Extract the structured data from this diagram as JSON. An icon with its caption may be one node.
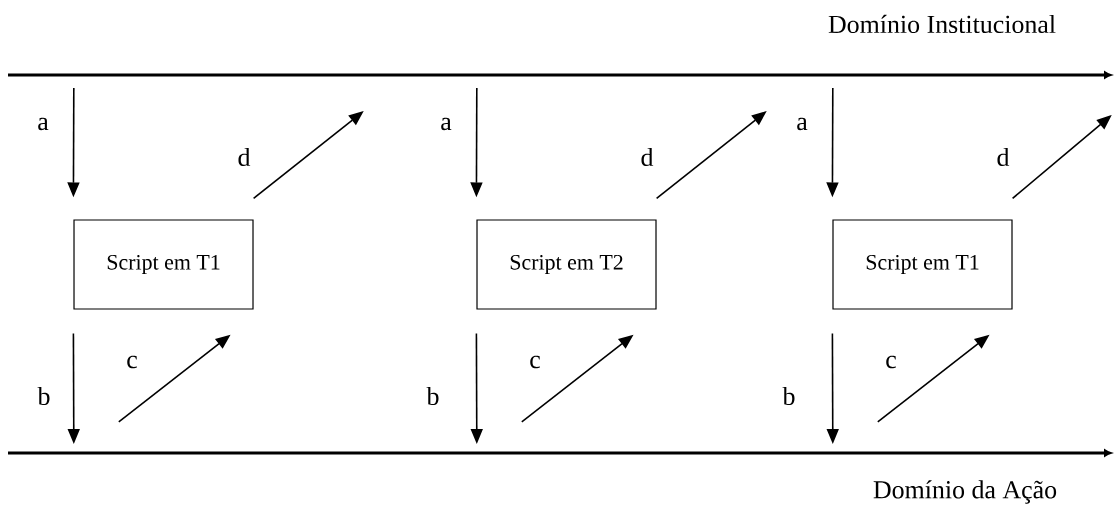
{
  "diagram": {
    "nodes": [
      {
        "text": [
          "Domínio Institucional"
        ]
      },
      {
        "text": [
          "Domínio da Ação"
        ]
      },
      {
        "text": [
          "Script em T1"
        ]
      },
      {
        "text": [
          "Script em T2"
        ]
      },
      {
        "text": [
          "Script em T1"
        ]
      }
    ],
    "edges": [
      {
        "from": 0,
        "to": 2,
        "arrow": "to",
        "label": "a"
      },
      {
        "from": 2,
        "to": 1,
        "arrow": "to",
        "label": "b"
      },
      {
        "from": 1,
        "to": 2,
        "arrow": "to",
        "label": "c"
      },
      {
        "from": 2,
        "to": 0,
        "arrow": "to",
        "label": "d"
      },
      {
        "from": 0,
        "to": 3,
        "arrow": "to",
        "label": "a"
      },
      {
        "from": 3,
        "to": 1,
        "arrow": "to",
        "label": "b"
      },
      {
        "from": 1,
        "to": 3,
        "arrow": "to",
        "label": "c"
      },
      {
        "from": 3,
        "to": 0,
        "arrow": "to",
        "label": "d"
      },
      {
        "from": 0,
        "to": 4,
        "arrow": "to",
        "label": "a"
      },
      {
        "from": 4,
        "to": 1,
        "arrow": "to",
        "label": "b"
      },
      {
        "from": 1,
        "to": 4,
        "arrow": "to",
        "label": "c"
      },
      {
        "from": 4,
        "to": 0,
        "arrow": "to",
        "label": "d"
      }
    ]
  }
}
